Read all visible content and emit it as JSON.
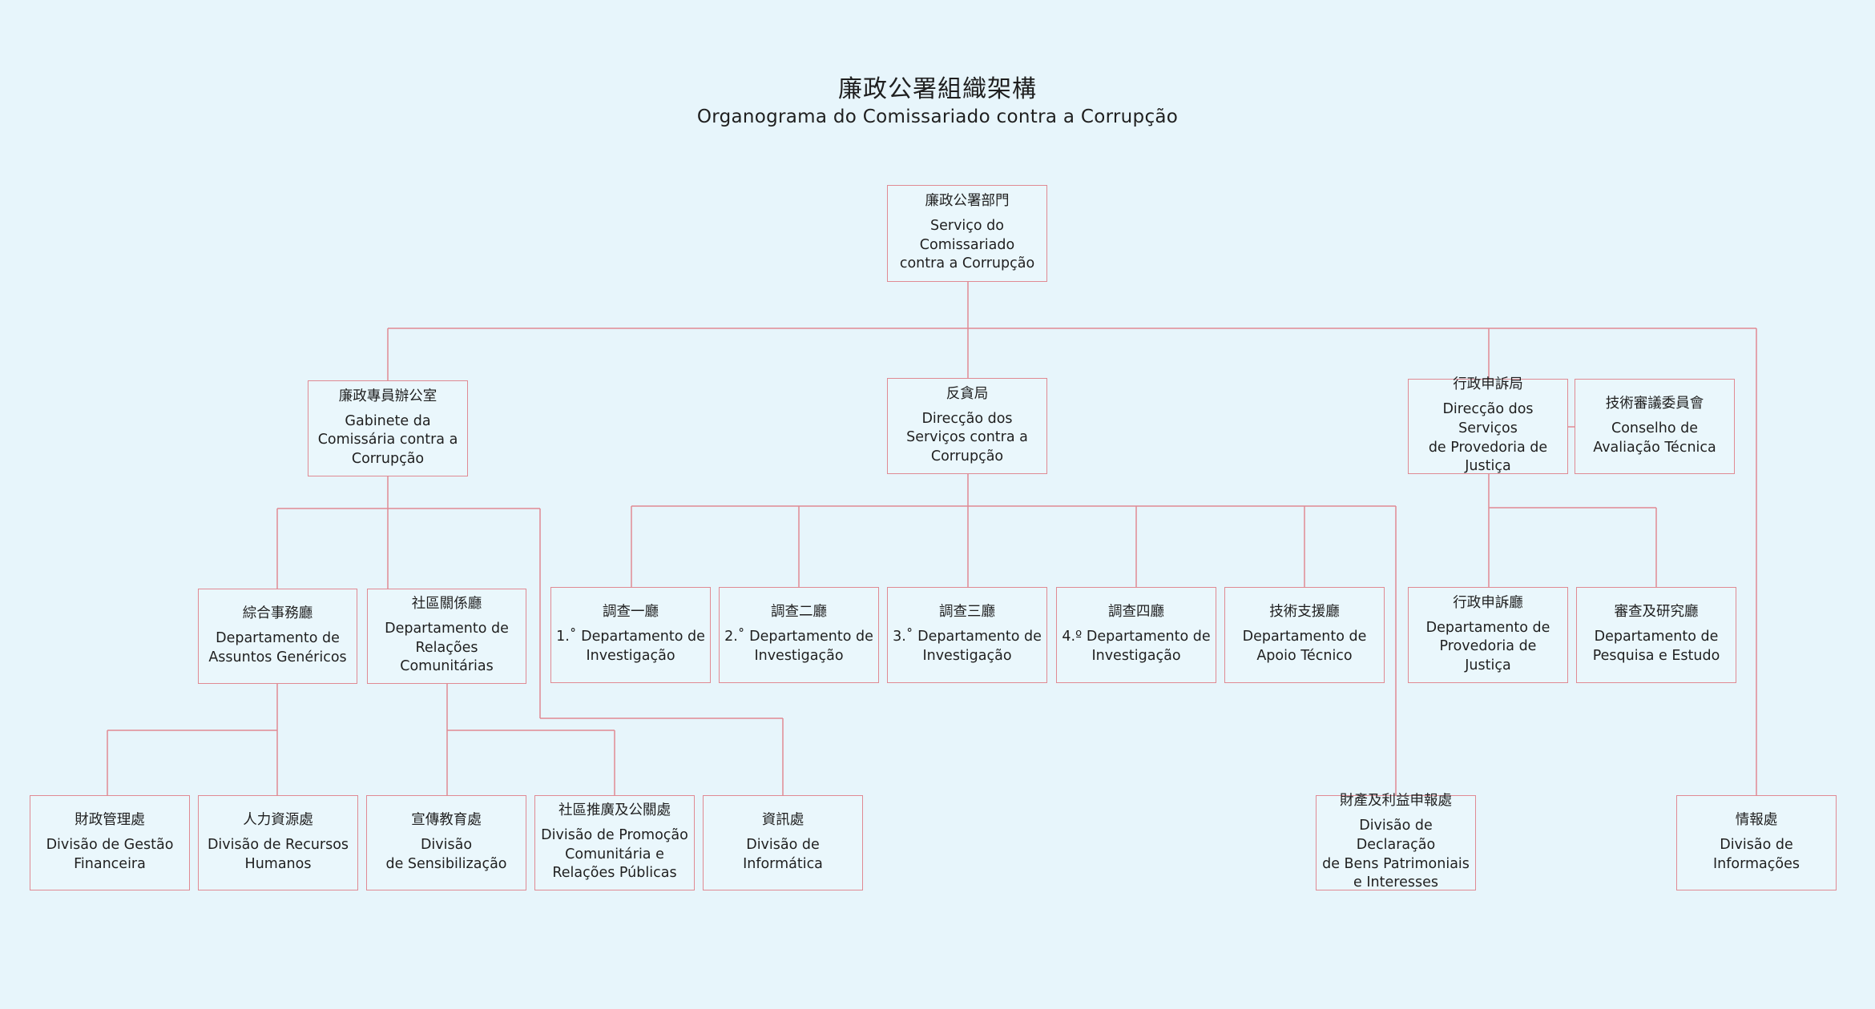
{
  "title": {
    "zh": "廉政公署組織架構",
    "pt": "Organograma do Comissariado contra a Corrupção"
  },
  "units": [
    {
      "id": "serv",
      "zh": "廉政公署部門",
      "pt": "Serviço do\nComissariado\ncontra a Corrupção"
    },
    {
      "id": "gab",
      "zh": "廉政專員辦公室",
      "pt": "Gabinete da\nComissária contra a\nCorrupção"
    },
    {
      "id": "dsc",
      "zh": "反貪局",
      "pt": "Direcção dos\nServiços contra a\nCorrupção"
    },
    {
      "id": "dsp",
      "zh": "行政申訴局",
      "pt": "Direcção dos Serviços\nde Provedoria de\nJustiça"
    },
    {
      "id": "cat",
      "zh": "技術審議委員會",
      "pt": "Conselho de\nAvaliação Técnica"
    },
    {
      "id": "dag",
      "zh": "綜合事務廳",
      "pt": "Departamento de\nAssuntos Genéricos"
    },
    {
      "id": "drc",
      "zh": "社區關係廳",
      "pt": "Departamento de\nRelações\nComunitárias"
    },
    {
      "id": "d1",
      "zh": "調查一廳",
      "pt": "1.˚ Departamento de\nInvestigação"
    },
    {
      "id": "d2",
      "zh": "調查二廳",
      "pt": "2.˚ Departamento de\nInvestigação"
    },
    {
      "id": "d3",
      "zh": "調查三廳",
      "pt": "3.˚ Departamento de\nInvestigação"
    },
    {
      "id": "d4",
      "zh": "調查四廳",
      "pt": "4.º Departamento de\nInvestigação"
    },
    {
      "id": "dat",
      "zh": "技術支援廳",
      "pt": "Departamento de\nApoio Técnico"
    },
    {
      "id": "dpj",
      "zh": "行政申訴廳",
      "pt": "Departamento de\nProvedoria de\nJustiça"
    },
    {
      "id": "dpe",
      "zh": "審查及研究廳",
      "pt": "Departamento de\nPesquisa e Estudo"
    },
    {
      "id": "dgf",
      "zh": "財政管理處",
      "pt": "Divisão de Gestão\nFinanceira"
    },
    {
      "id": "drh",
      "zh": "人力資源處",
      "pt": "Divisão de Recursos\nHumanos"
    },
    {
      "id": "dsens",
      "zh": "宣傳教育處",
      "pt": "Divisão\nde Sensibilização"
    },
    {
      "id": "dprom",
      "zh": "社區推廣及公關處",
      "pt": "Divisão de Promoção\nComunitária e\nRelações Públicas"
    },
    {
      "id": "dinf",
      "zh": "資訊處",
      "pt": "Divisão de\nInformática"
    },
    {
      "id": "ddecl",
      "zh": "財產及利益申報處",
      "pt": "Divisão de Declaração\nde Bens Patrimoniais\ne Interesses"
    },
    {
      "id": "dinfo",
      "zh": "情報處",
      "pt": "Divisão de\nInformações"
    }
  ],
  "colors": {
    "background": "#e7f5fb",
    "line": "#e08a93",
    "text": "#1f1f1f"
  }
}
